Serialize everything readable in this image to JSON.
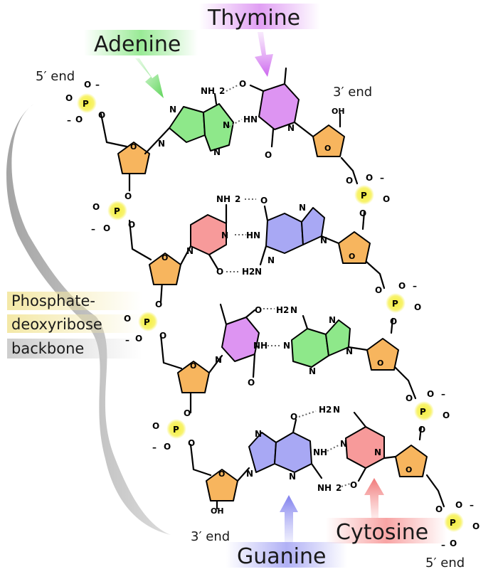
{
  "labels": {
    "adenine": "Adenine",
    "thymine": "Thymine",
    "guanine": "Guanine",
    "cytosine": "Cytosine",
    "backbone_line1": "Phosphate-",
    "backbone_line2": "deoxyribose",
    "backbone_line3": "backbone",
    "end_5_top": "5′ end",
    "end_3_top": "3′ end",
    "end_3_bottom": "3′ end",
    "end_5_bottom": "5′ end"
  },
  "atoms": {
    "P": "P",
    "O": "O",
    "N": "N",
    "NH": "NH",
    "HN": "HN",
    "NH2": "NH",
    "H2N": "H",
    "sub2": "2",
    "OH": "OH",
    "minus": "–"
  },
  "colors": {
    "adenine": "#8ee88a",
    "thymine": "#dd94f2",
    "guanine": "#a8a8f4",
    "cytosine": "#f79a9a",
    "sugar": "#f7b55e",
    "phosphate": "#f6f04a"
  }
}
